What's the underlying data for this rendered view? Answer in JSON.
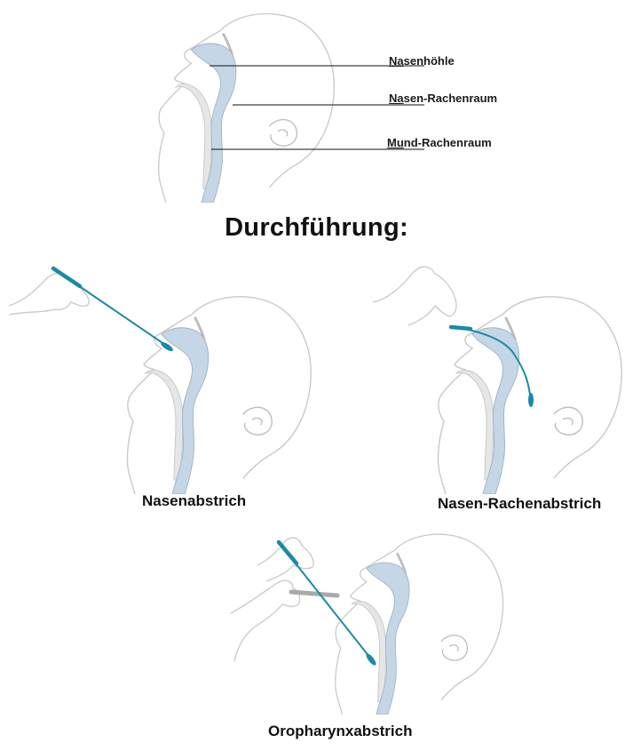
{
  "labels": {
    "nasal_cavity": {
      "underlined": "Na",
      "rest": "senhöhle"
    },
    "nasopharynx": {
      "underlined": "Na",
      "rest": "sen-Rachenraum"
    },
    "oropharynx": {
      "underlined": "Mu",
      "rest": "nd-Rachenraum"
    }
  },
  "heading": "Durchführung:",
  "captions": {
    "nasal_swab": "Nasenabstrich",
    "nasopharyngeal_swab": "Nasen-Rachenabstrich",
    "oropharyngeal_swab": "Oropharynxabstrich"
  },
  "colors": {
    "outline": "#c9c9c9",
    "airway_fill": "#c5d7e6",
    "airway_stroke": "#9fb6c9",
    "swab": "#1a8aa8",
    "leader_line": "#111111"
  }
}
